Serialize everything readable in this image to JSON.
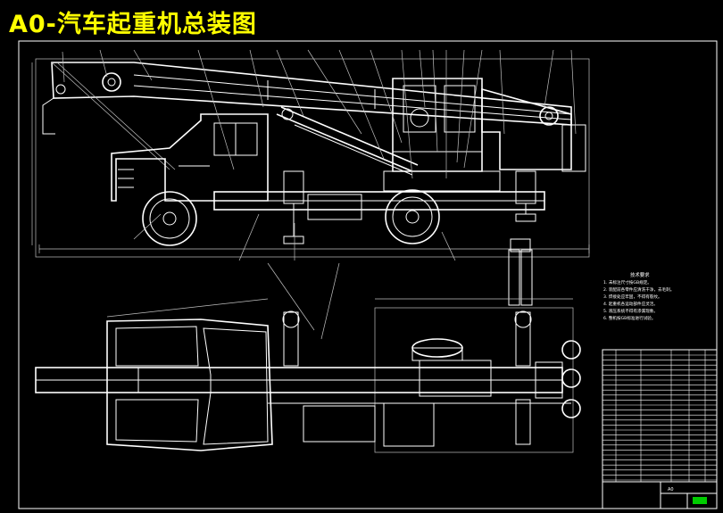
{
  "drawing": {
    "title": "A0-汽车起重机总装图"
  },
  "technical_requirements": {
    "heading": "技术要求",
    "items": [
      "1. 未标注尺寸按GB规定。",
      "2. 装配前各零件应清洗干净，去毛刺。",
      "3. 焊接处应牢固，不得有裂纹。",
      "4. 起重机各运动部件应灵活。",
      "5. 液压系统不得有渗漏现象。",
      "6. 整机按GB标准进行试验。"
    ]
  },
  "title_block": {
    "sheet_label": "A0"
  },
  "colors": {
    "title_text": "#ffff00",
    "linework": "#ffffff",
    "background": "#000000",
    "block_accent": "#00cc00"
  }
}
